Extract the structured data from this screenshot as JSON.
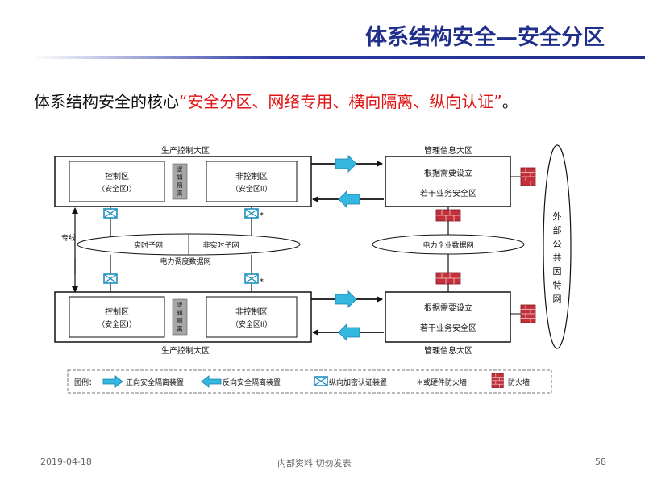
{
  "slide": {
    "title": "体系结构安全—安全分区",
    "subtitle_prefix": "体系结构安全的核心",
    "subtitle_quoted": "“安全分区、网络专用、横向隔离、纵向认证”",
    "subtitle_suffix": "。"
  },
  "diagram": {
    "prod_top_label": "生产控制大区",
    "prod_bottom_label": "生产控制大区",
    "mgmt_top_label": "管理信息大区",
    "mgmt_bottom_label": "管理信息大区",
    "control_zone": "控制区",
    "control_zone_sub": "（安全区I）",
    "noncontrol_zone": "非控制区",
    "noncontrol_zone_sub": "（安全区II）",
    "logical_isolation": [
      "逻",
      "辑",
      "隔",
      "离"
    ],
    "mgmt_line1": "根据需要设立",
    "mgmt_line2": "若干业务安全区",
    "realtime_subnet": "实时子网",
    "nonrealtime_subnet": "非实时子网",
    "dispatch_network": "电力调度数据网",
    "enterprise_network": "电力企业数据网",
    "dedicated_line": "专线",
    "internet_chars": [
      "外",
      "部",
      "公",
      "共",
      "因",
      "特",
      "网"
    ],
    "star_mark": "*"
  },
  "legend": {
    "title": "图例：",
    "forward": "正向安全隔离装置",
    "reverse": "反向安全隔离装置",
    "vertical": "纵向加密认证装置",
    "hardware_fw": "＊或硬件防火墙",
    "firewall": "防火墙"
  },
  "footer": {
    "date": "2019-04-18",
    "note": "内部资料 切勿发表",
    "page": "58"
  },
  "colors": {
    "title": "#1f2f8a",
    "accent_red": "#e01515",
    "cyan": "#35b8e0",
    "firewall": "#c3303a"
  }
}
